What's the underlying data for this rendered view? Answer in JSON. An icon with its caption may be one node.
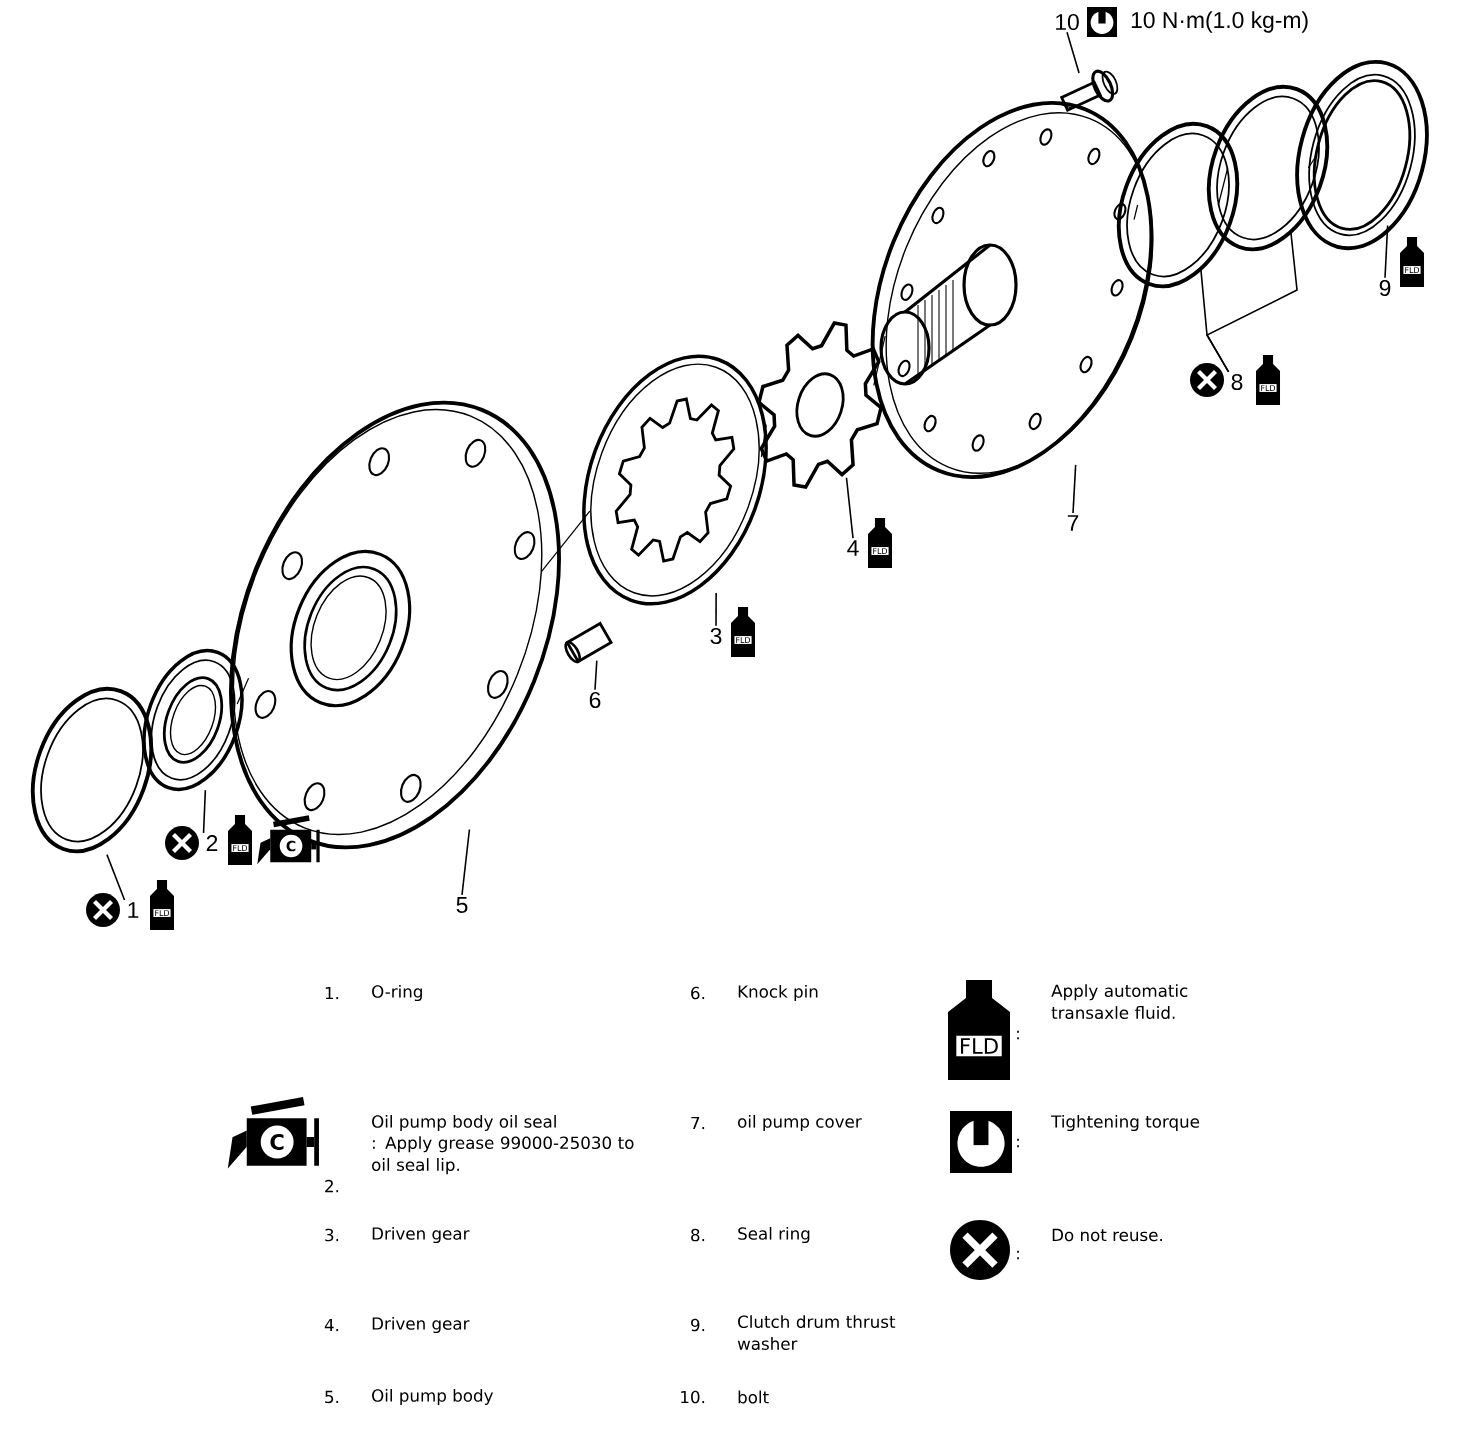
{
  "diagram": {
    "nodes": [
      {
        "text": [
          "10"
        ],
        "beside": [
          "10 N·m(1.0 kg-m)"
        ]
      },
      {
        "text": [],
        "shape": "picture"
      },
      {
        "text": [],
        "shape": "picture"
      },
      {
        "text": [
          "9"
        ]
      },
      {
        "text": [],
        "shape": "picture"
      },
      {
        "text": [],
        "shape": "picture"
      },
      {
        "text": [
          "8"
        ]
      },
      {
        "text": [],
        "shape": "picture"
      },
      {
        "text": [
          "7"
        ]
      },
      {
        "text": [],
        "shape": "picture"
      },
      {
        "text": [
          "4"
        ]
      },
      {
        "text": [],
        "shape": "picture"
      },
      {
        "text": [
          "3"
        ]
      },
      {
        "text": [],
        "shape": "picture"
      },
      {
        "text": [
          "6"
        ]
      },
      {
        "text": [],
        "shape": "picture"
      },
      {
        "text": [],
        "shape": "picture"
      },
      {
        "text": [],
        "shape": "picture"
      },
      {
        "text": [
          "2"
        ]
      },
      {
        "text": [
          "5"
        ]
      },
      {
        "text": [
          "1"
        ]
      }
    ],
    "edges": [
      {
        "from": 0,
        "to": 1,
        "arrow": "none"
      },
      {
        "from": 3,
        "to": 2,
        "arrow": "none"
      },
      {
        "from": 6,
        "to": 4,
        "arrow": "none"
      },
      {
        "from": 6,
        "to": 5,
        "arrow": "none"
      },
      {
        "from": 8,
        "to": 7,
        "arrow": "none"
      },
      {
        "from": 10,
        "to": 9,
        "arrow": "none"
      },
      {
        "from": 12,
        "to": 11,
        "arrow": "none"
      },
      {
        "from": 14,
        "to": 13,
        "arrow": "none"
      },
      {
        "from": 18,
        "to": 16,
        "arrow": "none"
      },
      {
        "from": 19,
        "to": 15,
        "arrow": "none"
      },
      {
        "from": 20,
        "to": 17,
        "arrow": "none"
      },
      {
        "from": 16,
        "to": 15,
        "arrow": "none"
      },
      {
        "from": 15,
        "to": 11,
        "arrow": "none"
      },
      {
        "from": 11,
        "to": 9,
        "arrow": "none"
      },
      {
        "from": 9,
        "to": 7,
        "arrow": "none"
      },
      {
        "from": 1,
        "to": 7,
        "arrow": "none"
      },
      {
        "from": 7,
        "to": 4,
        "arrow": "none"
      },
      {
        "from": 4,
        "to": 5,
        "arrow": "none"
      },
      {
        "from": 5,
        "to": 2,
        "arrow": "none"
      }
    ],
    "labels": [
      "FLD",
      "FLD",
      "FLD",
      "FLD",
      "FLD",
      "C",
      "FLD",
      "1.",
      "O-ring",
      "6.",
      "Knock pin",
      "FLD",
      ":",
      "Oil pump body oil seal",
      ": Apply grease 99000-25030 to oil seal lip.",
      "C",
      "2.",
      "7.",
      "oil pump cover",
      ":",
      "3.",
      "Driven gear",
      "8.",
      "Seal ring",
      ":",
      "4.",
      "Driven gear",
      "9.",
      "Clutch drum thrust washer",
      "5.",
      "Oil pump body",
      "10.",
      "bolt"
    ],
    "legend": [
      {
        "text": "Apply automatic transaxle fluid."
      },
      {
        "text": "Tightening torque"
      },
      {
        "text": "Do not reuse."
      }
    ]
  }
}
